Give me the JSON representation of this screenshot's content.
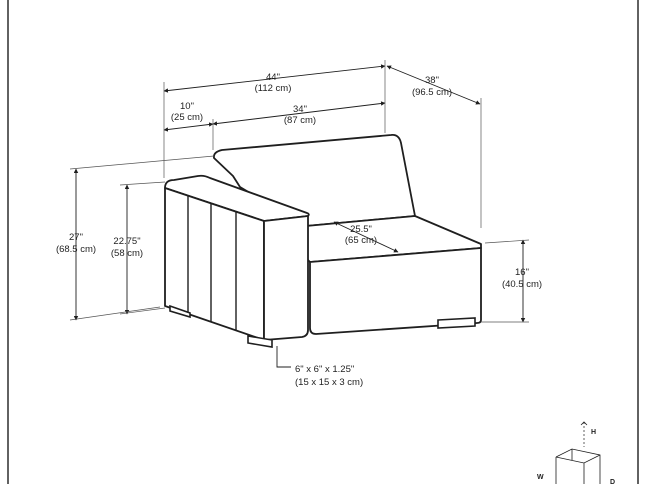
{
  "dimensions": {
    "overall_width": {
      "imperial": "44\"",
      "metric": "(112 cm)"
    },
    "overall_depth": {
      "imperial": "38\"",
      "metric": "(96.5 cm)"
    },
    "arm_width": {
      "imperial": "10\"",
      "metric": "(25 cm)"
    },
    "seat_width": {
      "imperial": "34\"",
      "metric": "(87 cm)"
    },
    "seat_depth": {
      "imperial": "25.5\"",
      "metric": "(65 cm)"
    },
    "overall_height": {
      "imperial": "27\"",
      "metric": "(68.5 cm)"
    },
    "arm_height": {
      "imperial": "22.75\"",
      "metric": "(58 cm)"
    },
    "seat_height": {
      "imperial": "16\"",
      "metric": "(40.5 cm)"
    },
    "leg_size": {
      "imperial": "6\" x 6\" x 1.25\"",
      "metric": "(15 x 15 x 3 cm)"
    }
  },
  "axis_legend": {
    "h": "H",
    "w": "W",
    "d": "D"
  },
  "colors": {
    "line": "#1f1f1f",
    "background": "#ffffff"
  }
}
